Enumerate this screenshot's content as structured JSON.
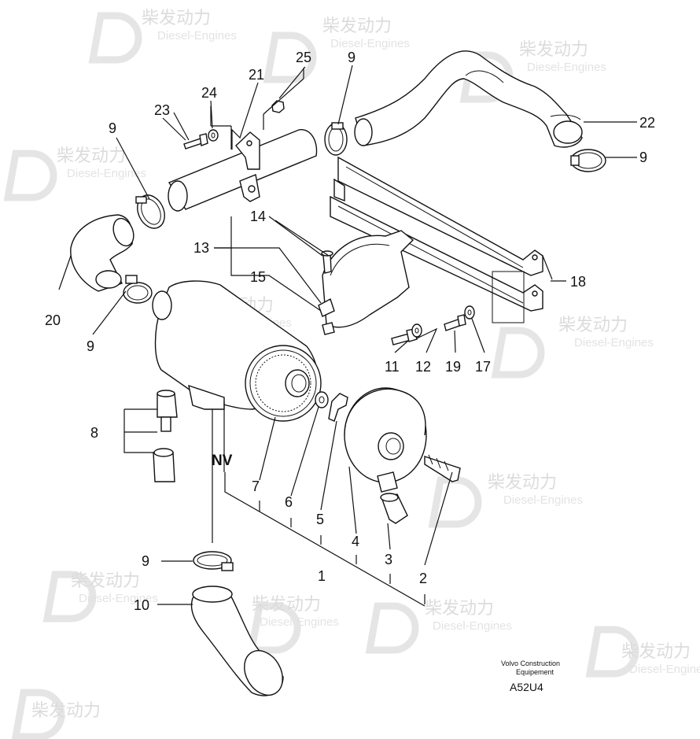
{
  "watermark": {
    "brand": "柴发动力",
    "sub": "Diesel-Engines"
  },
  "callouts": [
    {
      "id": "c1",
      "label": "1"
    },
    {
      "id": "c2",
      "label": "2"
    },
    {
      "id": "c3",
      "label": "3"
    },
    {
      "id": "c4",
      "label": "4"
    },
    {
      "id": "c5",
      "label": "5"
    },
    {
      "id": "c6",
      "label": "6"
    },
    {
      "id": "c7",
      "label": "7"
    },
    {
      "id": "c8",
      "label": "8"
    },
    {
      "id": "c9a",
      "label": "9"
    },
    {
      "id": "c9b",
      "label": "9"
    },
    {
      "id": "c9c",
      "label": "9"
    },
    {
      "id": "c9d",
      "label": "9"
    },
    {
      "id": "c9e",
      "label": "9"
    },
    {
      "id": "c10",
      "label": "10"
    },
    {
      "id": "c11",
      "label": "11"
    },
    {
      "id": "c12",
      "label": "12"
    },
    {
      "id": "c13",
      "label": "13"
    },
    {
      "id": "c14",
      "label": "14"
    },
    {
      "id": "c15",
      "label": "15"
    },
    {
      "id": "c17",
      "label": "17"
    },
    {
      "id": "c18",
      "label": "18"
    },
    {
      "id": "c19",
      "label": "19"
    },
    {
      "id": "c20",
      "label": "20"
    },
    {
      "id": "c21",
      "label": "21"
    },
    {
      "id": "c22",
      "label": "22"
    },
    {
      "id": "c23",
      "label": "23"
    },
    {
      "id": "c24",
      "label": "24"
    },
    {
      "id": "c25",
      "label": "25"
    }
  ],
  "nv_label": "NV",
  "caption": {
    "line1": "Volvo Construction",
    "line2": "Equipement",
    "code": "A52U4"
  }
}
